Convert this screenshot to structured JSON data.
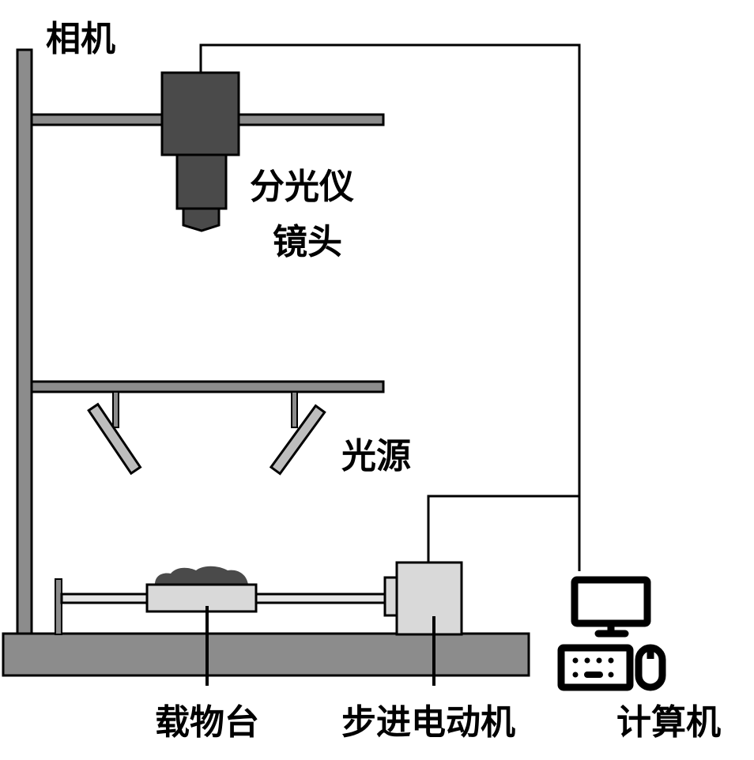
{
  "diagram": {
    "title": "Hyperspectral imaging system setup",
    "labels": {
      "camera": "相机",
      "spectrometer_line1": "分光仪",
      "spectrometer_line2": "镜头",
      "light_source": "光源",
      "stage": "载物台",
      "stepper_motor": "步进电动机",
      "computer": "计算机"
    },
    "components": [
      {
        "id": "camera",
        "icon": "camera-body"
      },
      {
        "id": "lens",
        "icon": "spectrometer-lens"
      },
      {
        "id": "light_source",
        "icon": "lamp-pair"
      },
      {
        "id": "stage",
        "icon": "sample-stage"
      },
      {
        "id": "stepper_motor",
        "icon": "motor-box"
      },
      {
        "id": "computer",
        "icon": "desktop-computer-icon"
      }
    ],
    "connections": [
      {
        "from": "camera",
        "to": "computer"
      },
      {
        "from": "stepper_motor",
        "to": "computer"
      }
    ],
    "colors": {
      "frame": "#8c8c8c",
      "camera": "#4a4a4a",
      "stage": "#d9d9d9",
      "base": "#8c8c8c",
      "line": "#000000"
    }
  }
}
